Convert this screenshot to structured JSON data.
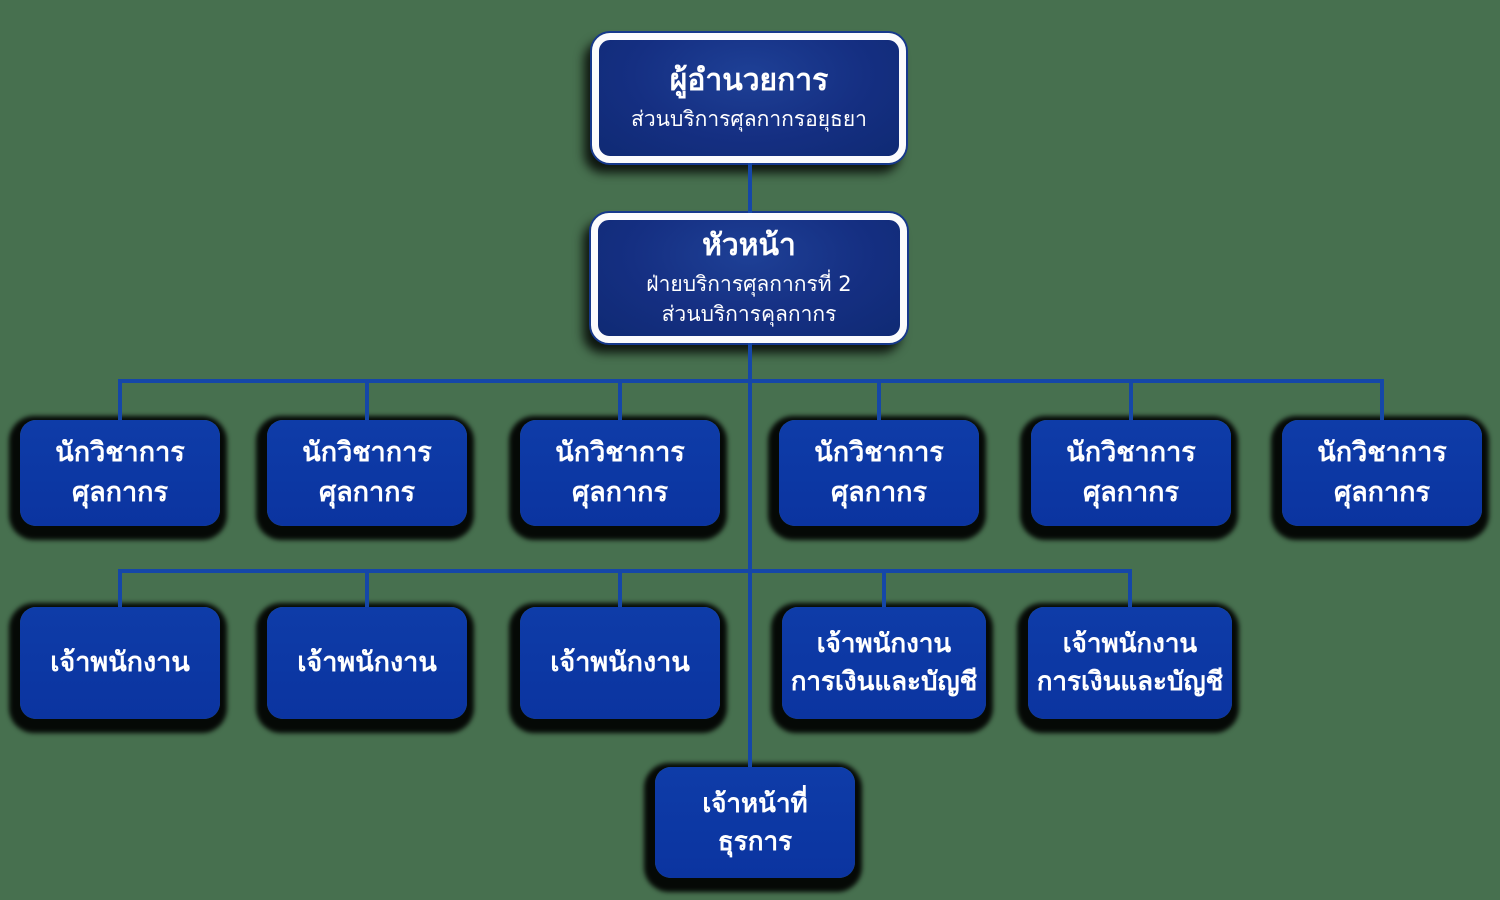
{
  "colors": {
    "background": "#47704F",
    "connector": "#1547A8",
    "parent_box_fill": "#152F82",
    "parent_box_border": "#FBFBFD",
    "child_box_fill": "#0C38A3",
    "text": "#FFFFFF",
    "shadow": "#000000"
  },
  "org_chart": {
    "director": {
      "title": "ผู้อำนวยการ",
      "subtitle": "ส่วนบริการศุลกากรอยุธยา"
    },
    "head": {
      "title": "หัวหน้า",
      "line2": "ฝ่ายบริการศุลกากรที่ 2",
      "line3": "ส่วนบริการคุลกากร"
    },
    "officers": [
      {
        "line1": "นักวิชาการ",
        "line2": "ศุลกากร"
      },
      {
        "line1": "นักวิชาการ",
        "line2": "ศุลกากร"
      },
      {
        "line1": "นักวิชาการ",
        "line2": "ศุลกากร"
      },
      {
        "line1": "นักวิชาการ",
        "line2": "ศุลกากร"
      },
      {
        "line1": "นักวิชาการ",
        "line2": "ศุลกากร"
      },
      {
        "line1": "นักวิชาการ",
        "line2": "ศุลกากร"
      }
    ],
    "staff": [
      {
        "line1": "เจ้าพนักงาน"
      },
      {
        "line1": "เจ้าพนักงาน"
      },
      {
        "line1": "เจ้าพนักงาน"
      },
      {
        "line1": "เจ้าพนักงาน",
        "line2": "การเงินและบัญชี"
      },
      {
        "line1": "เจ้าพนักงาน",
        "line2": "การเงินและบัญชี"
      }
    ],
    "clerk": {
      "line1": "เจ้าหน้าที่",
      "line2": "ธุรการ"
    }
  }
}
